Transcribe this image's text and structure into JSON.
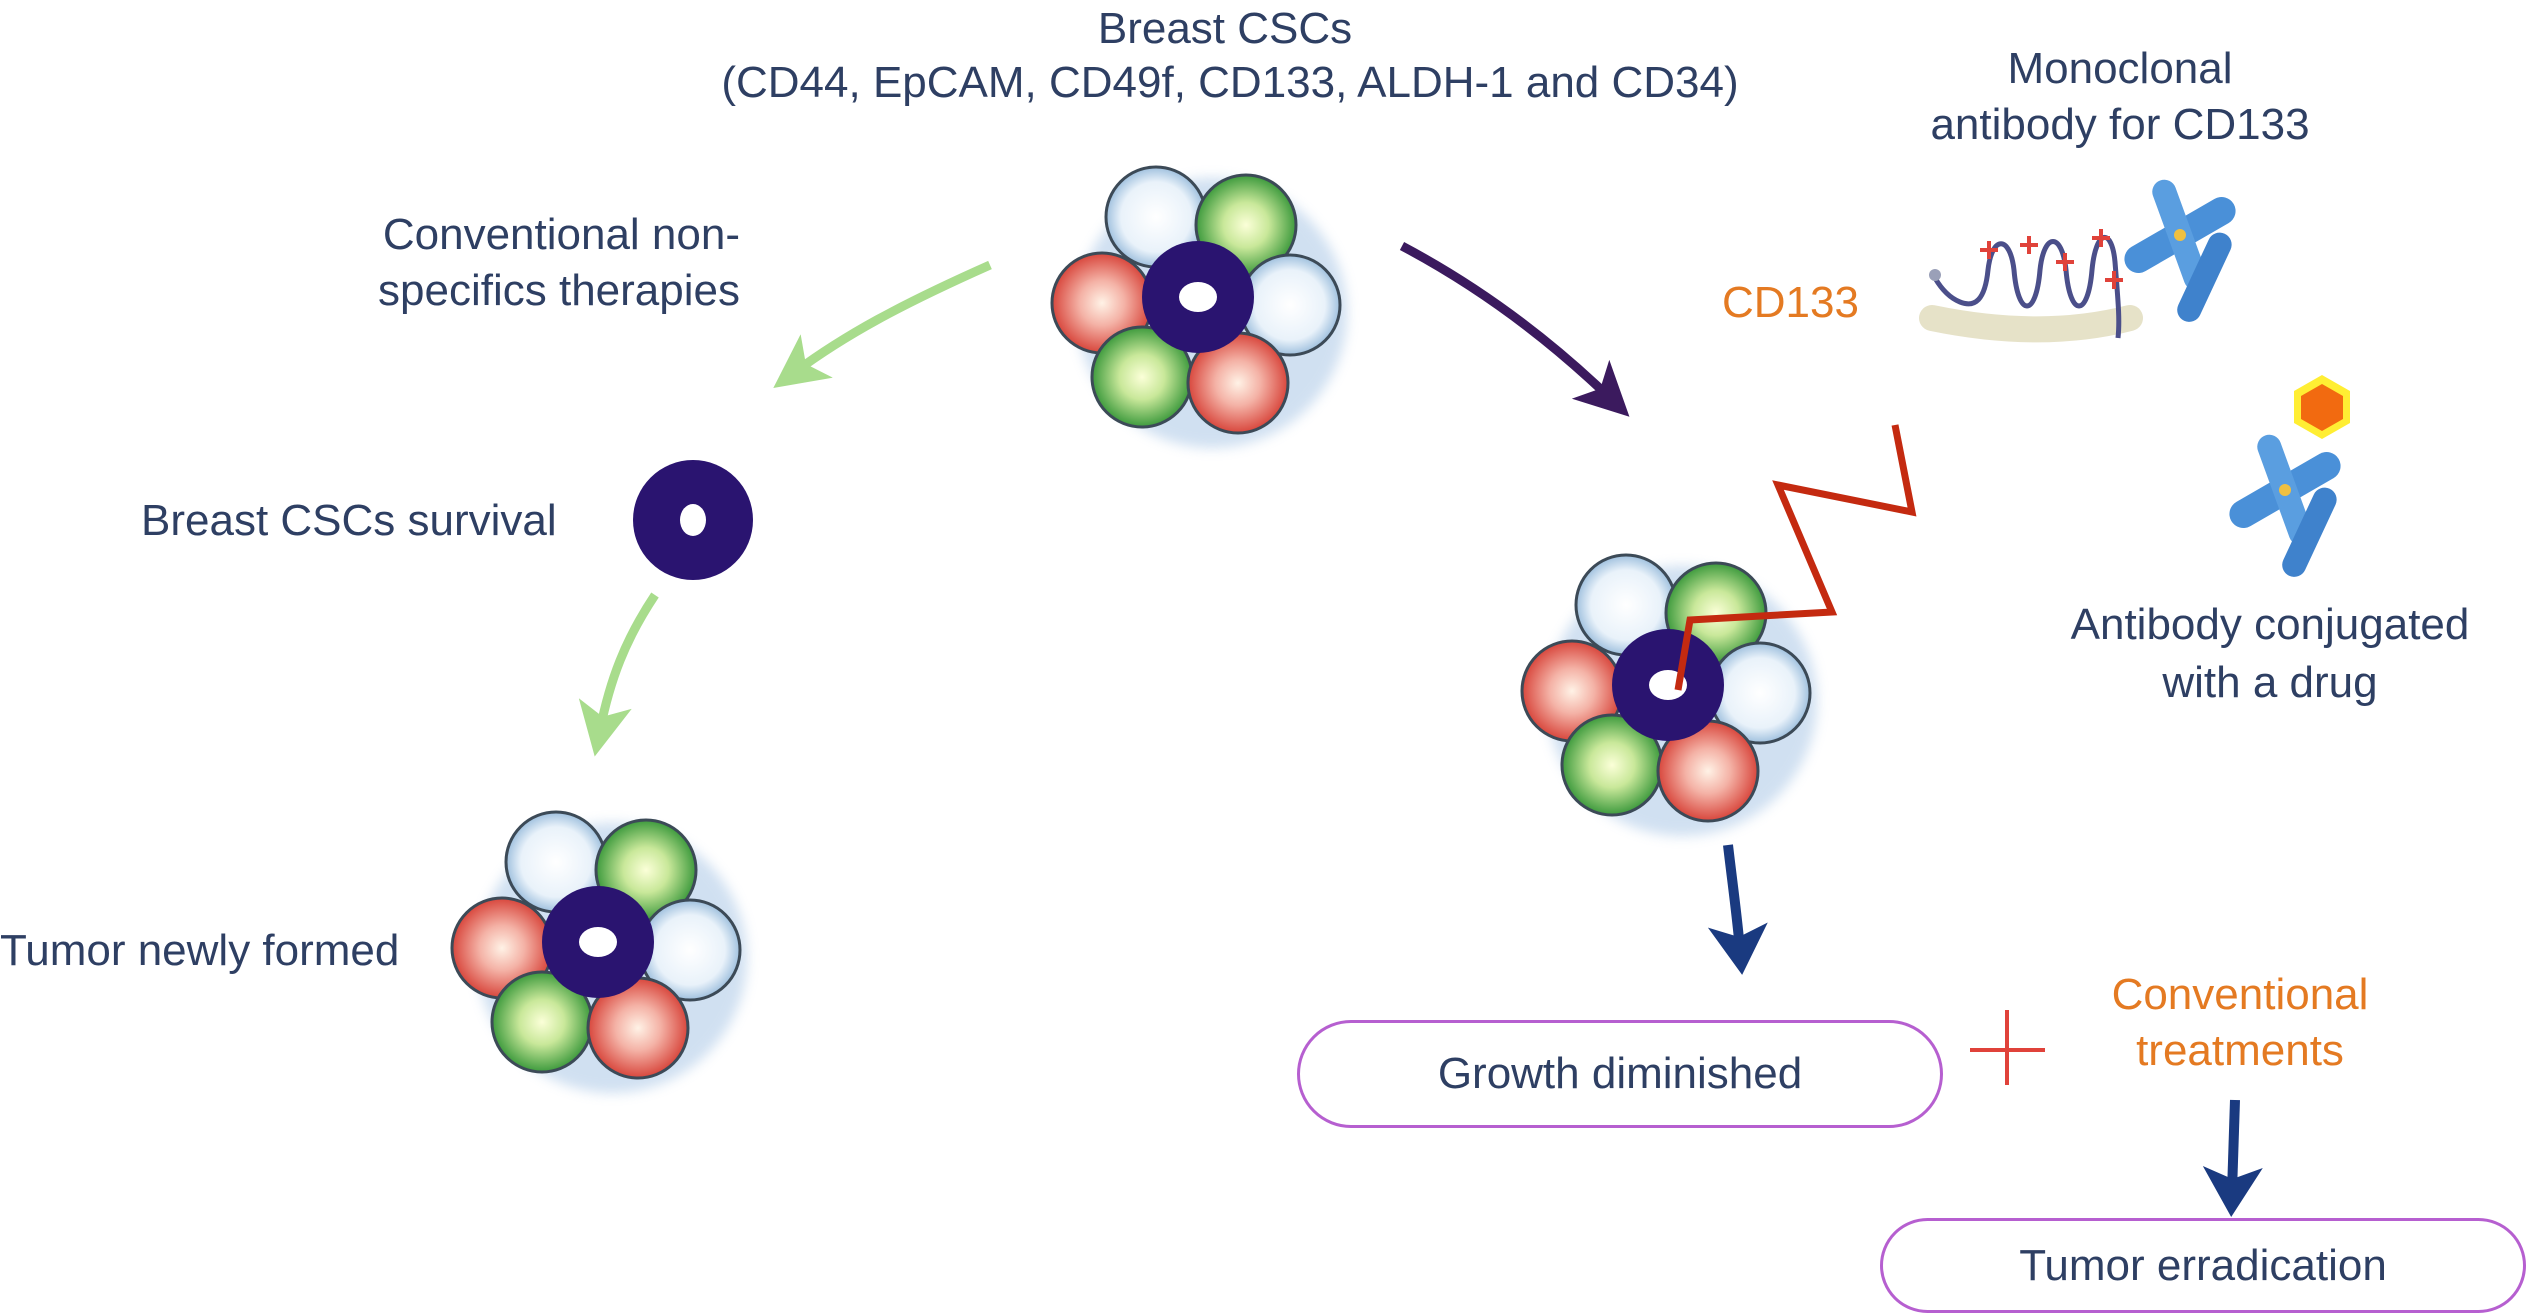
{
  "labels": {
    "top_title": "Breast CSCs",
    "top_markers": "(CD44, EpCAM, CD49f, CD133, ALDH-1 and CD34)",
    "monoclonal_line1": "Monoclonal",
    "monoclonal_line2": "antibody for CD133",
    "conventional_line1": "Conventional non-",
    "conventional_line2": "specifics therapies",
    "cd133": "CD133",
    "survival": "Breast CSCs survival",
    "conjugated_line1": "Antibody conjugated",
    "conjugated_line2": "with a drug",
    "tumor_new": "Tumor newly formed",
    "growth": "Growth diminished",
    "conventional_treat_line1": "Conventional",
    "conventional_treat_line2": "treatments",
    "eradication": "Tumor erradication"
  },
  "colors": {
    "text": "#2e3f63",
    "orange": "#e47a22",
    "green_arrow": "#a8dc8c",
    "purple_arrow": "#3b1a5e",
    "navy_arrow": "#1a3a80",
    "core_cell": "#2a1470",
    "pill_border": "#b65fd0",
    "antibody": "#4a90d8",
    "drug": "#f26a10",
    "drug_halo": "#ffee33",
    "receptor_line": "#4b4f8a",
    "red_line": "#c42a10"
  }
}
